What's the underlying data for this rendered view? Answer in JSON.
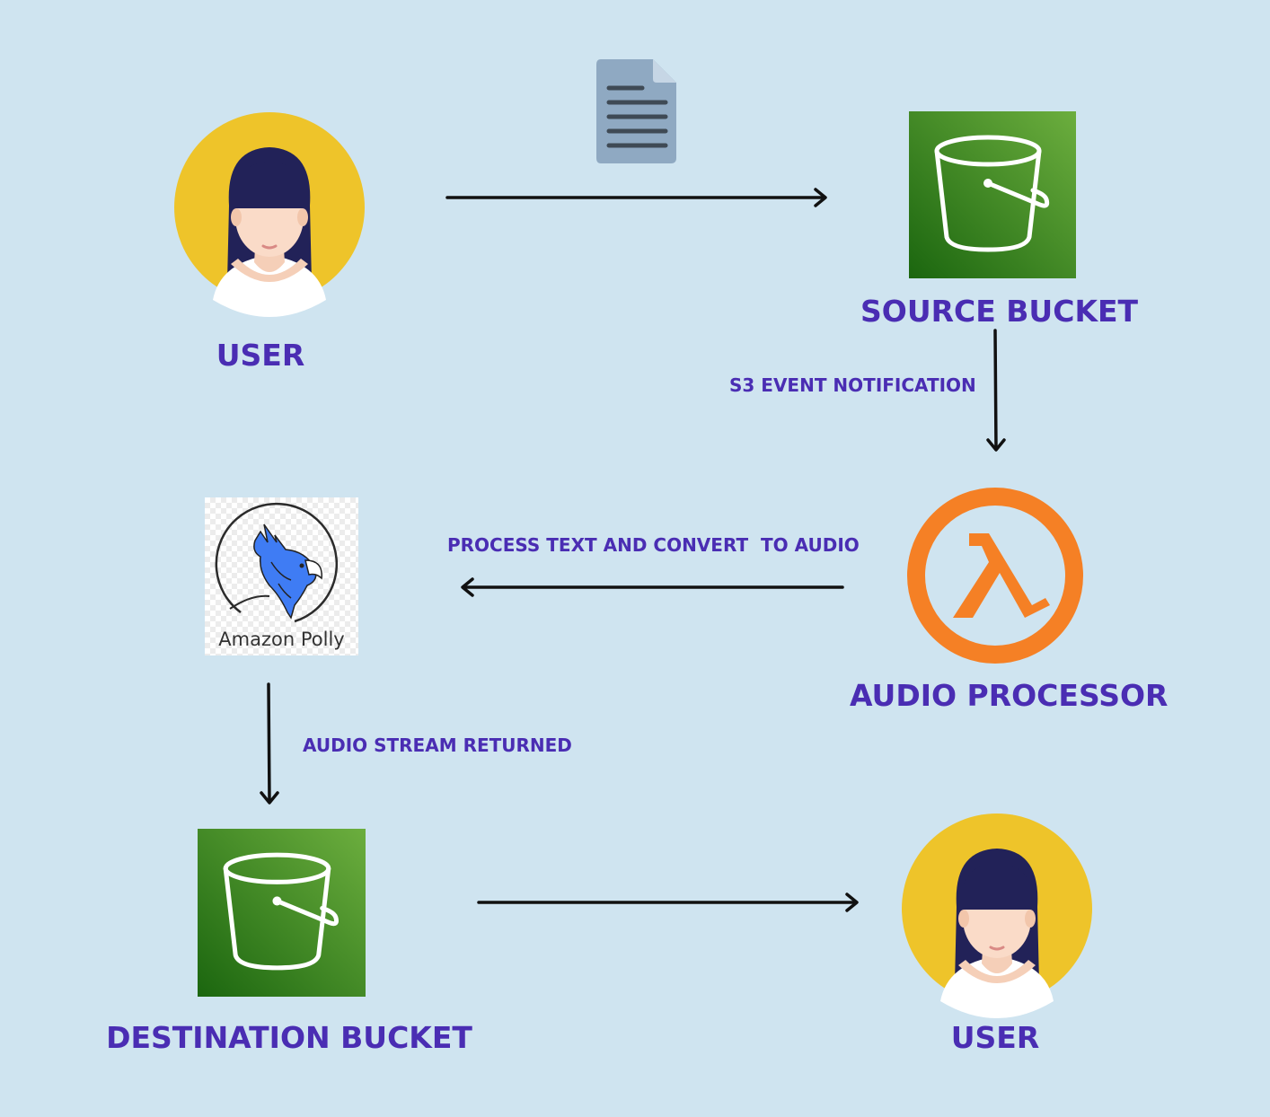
{
  "nodes": {
    "user_top": {
      "label": "USER"
    },
    "source_bucket": {
      "label": "SOURCE BUCKET"
    },
    "audio_processor": {
      "label": "AUDIO PROCESSOR"
    },
    "polly": {
      "logo_text_bold": "Amazon",
      "logo_text_light": "Polly"
    },
    "destination_bucket": {
      "label": "DESTINATION BUCKET"
    },
    "user_bottom": {
      "label": "USER"
    }
  },
  "edges": {
    "user_to_source": {
      "icon": "document-icon"
    },
    "source_to_processor": {
      "label": "S3 EVENT NOTIFICATION"
    },
    "processor_to_polly": {
      "label": "PROCESS TEXT AND CONVERT  TO AUDIO"
    },
    "polly_to_destination": {
      "label": "AUDIO STREAM RETURNED"
    },
    "destination_to_user": {
      "label": ""
    }
  },
  "colors": {
    "background": "#cfe4f0",
    "label": "#4a2db3",
    "s3_green_dark": "#1b660f",
    "s3_green_light": "#6cae3e",
    "lambda_orange": "#f58025",
    "avatar_yellow": "#eec42a",
    "avatar_hair": "#222258",
    "polly_blue": "#3f7cf4"
  }
}
